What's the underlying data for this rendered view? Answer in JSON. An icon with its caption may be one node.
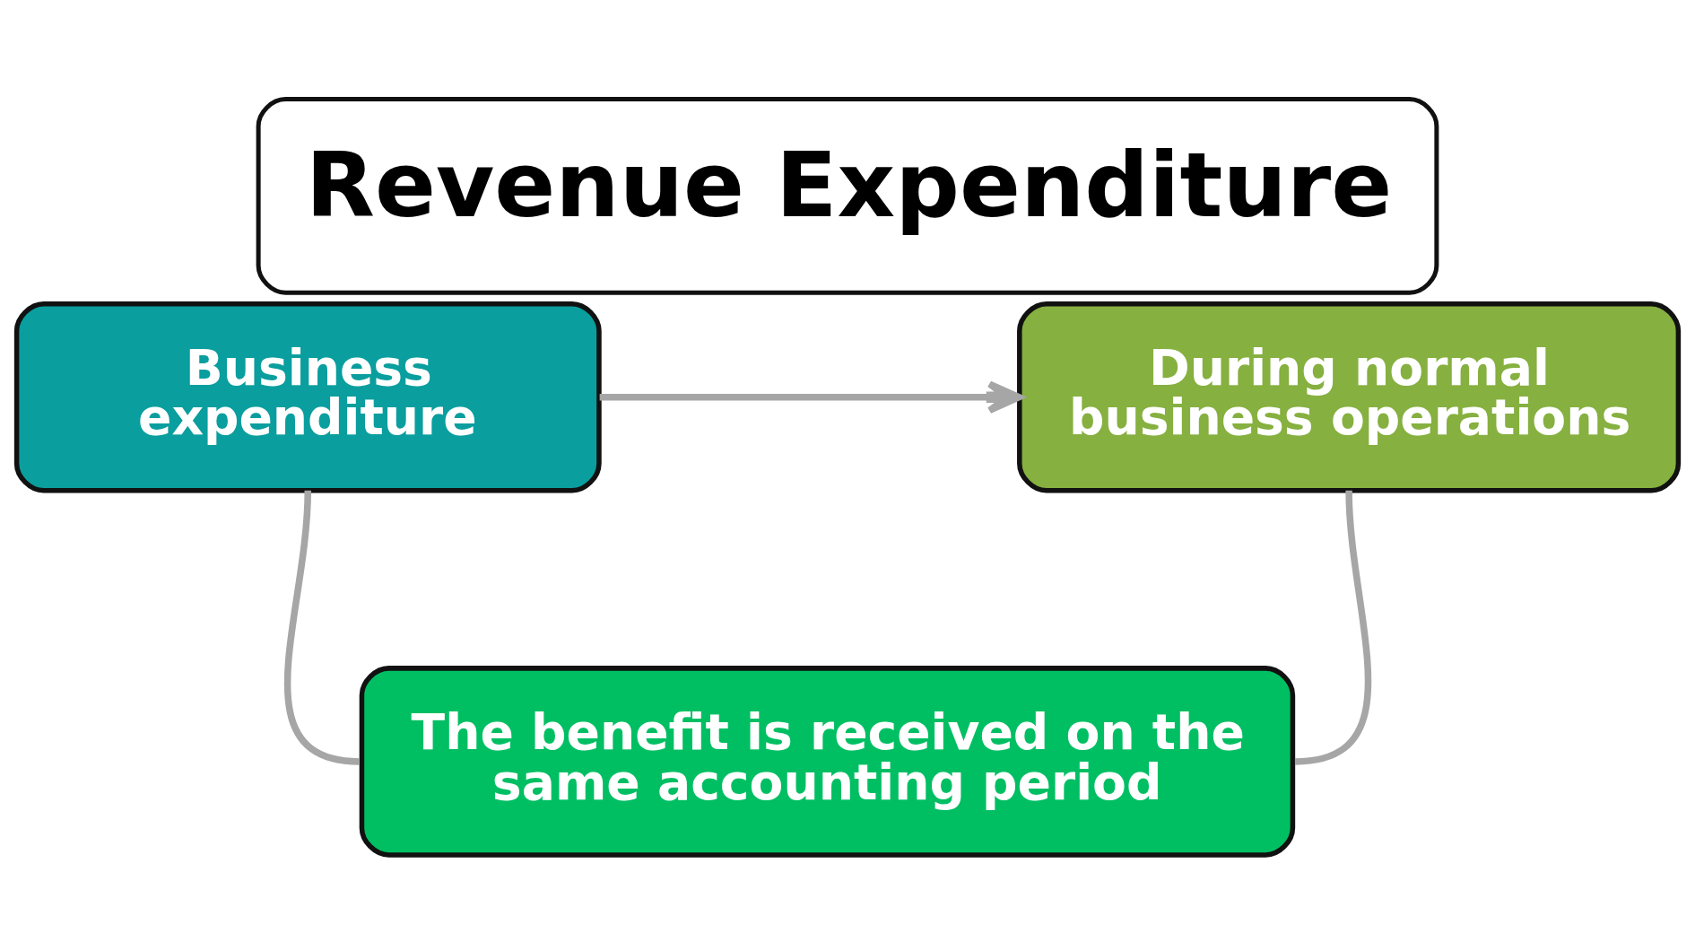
{
  "diagram": {
    "title": "Revenue Expenditure",
    "nodes": [
      {
        "text": [
          "Business expenditure"
        ]
      },
      {
        "text": [
          "During normal business operations"
        ]
      },
      {
        "text": [
          "The benefit is received on the same accounting period"
        ]
      }
    ],
    "edges": [
      {
        "from": 0,
        "to": 1,
        "arrow": "to"
      },
      {
        "from": 0,
        "to": 2,
        "arrow": "none"
      },
      {
        "from": 1,
        "to": 2,
        "arrow": "none"
      }
    ]
  }
}
